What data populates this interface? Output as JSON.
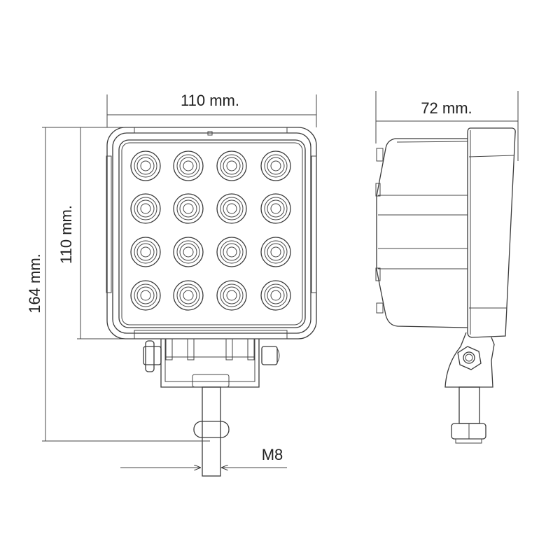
{
  "front_view": {
    "width_label": "110 mm.",
    "height_label": "110 mm.",
    "total_height_label": "164 mm.",
    "thread_label": "M8",
    "led_rows": 4,
    "led_cols": 4
  },
  "side_view": {
    "depth_label": "72 mm."
  },
  "colors": {
    "line": "#3a3a3a",
    "background": "#ffffff"
  }
}
